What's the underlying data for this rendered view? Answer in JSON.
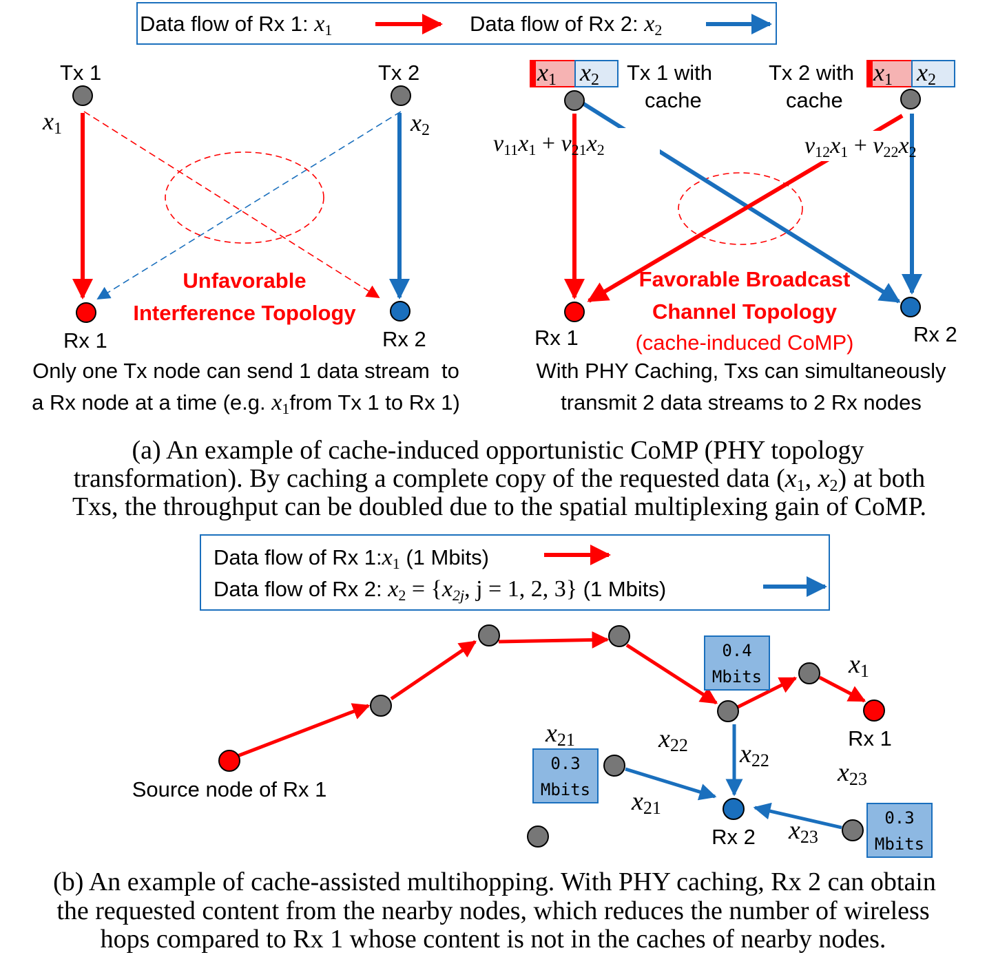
{
  "colors": {
    "red": "#ff0000",
    "blue": "#1a6fbd",
    "node_gray": "#777777",
    "box_fill": "#8db8e2",
    "box_border": "#1a6fbd",
    "legend_border": "#1a6fbd"
  },
  "legend_a": {
    "rx1_label": "Data flow of Rx 1: ",
    "rx1_sym": "x",
    "rx1_sub": "1",
    "rx2_label": "Data flow of Rx 2: ",
    "rx2_sym": "x",
    "rx2_sub": "2"
  },
  "panel_a_left": {
    "tx1": "Tx 1",
    "tx2": "Tx 2",
    "rx1": "Rx 1",
    "rx2": "Rx 2",
    "x1_sym": "x",
    "x1_sub": "1",
    "x2_sym": "x",
    "x2_sub": "2",
    "topology_line1": "Unfavorable",
    "topology_line2": "Interference Topology",
    "desc_line1": "Only one Tx node can send 1 data stream  to",
    "desc_line2_pre": "a Rx node at a time (e.g. ",
    "desc_line2_sym": "x",
    "desc_line2_sub": "1",
    "desc_line2_post": "from Tx 1 to Rx 1)"
  },
  "panel_a_right": {
    "tx1_line1": "Tx 1 with",
    "tx1_line2": "cache",
    "tx2_line1": "Tx 2 with",
    "tx2_line2": "cache",
    "cache_x": "x",
    "cache_sub1": "1",
    "cache_sub2": "2",
    "rx1": "Rx 1",
    "rx2": "Rx 2",
    "eq1": {
      "v": "v",
      "s1": "11",
      "x": "x",
      "s2": "1",
      "plus": " + ",
      "v2": "v",
      "s3": "21",
      "x2": "x",
      "s4": "2"
    },
    "eq2": {
      "v": "v",
      "s1": "12",
      "x": "x",
      "s2": "1",
      "plus": " + ",
      "v2": "v",
      "s3": "22",
      "x2": "x",
      "s4": "2"
    },
    "topology_line1": "Favorable Broadcast",
    "topology_line2": "Channel Topology",
    "topology_line3": "(cache-induced CoMP)",
    "desc_line1": "With PHY Caching, Txs can simultaneously",
    "desc_line2": "transmit 2 data streams to 2 Rx nodes"
  },
  "caption_a": {
    "line1": "(a) An example of cache-induced opportunistic CoMP (PHY topology",
    "line2_pre": "transformation). By caching a complete copy of the requested data (",
    "line2_x1": "x",
    "line2_s1": "1",
    "line2_comma": ", ",
    "line2_x2": "x",
    "line2_s2": "2",
    "line2_post": ") at both",
    "line3": "Txs, the throughput can be doubled due to the spatial multiplexing gain of CoMP."
  },
  "legend_b": {
    "rx1_label": "Data flow of Rx 1:",
    "rx1_sym": "x",
    "rx1_sub": "1",
    "rx1_size": " (1 Mbits)",
    "rx2_label": "Data flow of Rx 2: ",
    "rx2_expr": "x",
    "rx2_expr_sub": "2",
    "rx2_eq": " = {",
    "rx2_x": "x",
    "rx2_xsub": "2j",
    "rx2_rest": ", j = 1, 2, 3}",
    "rx2_size": " (1 Mbits)"
  },
  "panel_b": {
    "source_label": "Source node of Rx 1",
    "rx1": "Rx 1",
    "rx2": "Rx 2",
    "x1_sym": "x",
    "x1_sub": "1",
    "x21_sym": "x",
    "x21_sub": "21",
    "x22_sym": "x",
    "x22_sub": "22",
    "x23_sym": "x",
    "x23_sub": "23",
    "cache_box_04_line1": "0.4",
    "cache_box_04_line2": "Mbits",
    "cache_box_03a_line1": "0.3",
    "cache_box_03a_line2": "Mbits",
    "cache_box_03b_line1": "0.3",
    "cache_box_03b_line2": "Mbits"
  },
  "caption_b": {
    "line1": "(b) An example of cache-assisted multihopping. With PHY caching, Rx 2 can obtain",
    "line2": "the requested content from the nearby nodes, which reduces the number of wireless",
    "line3": "hops compared to Rx 1 whose content is not in the caches of nearby nodes."
  }
}
